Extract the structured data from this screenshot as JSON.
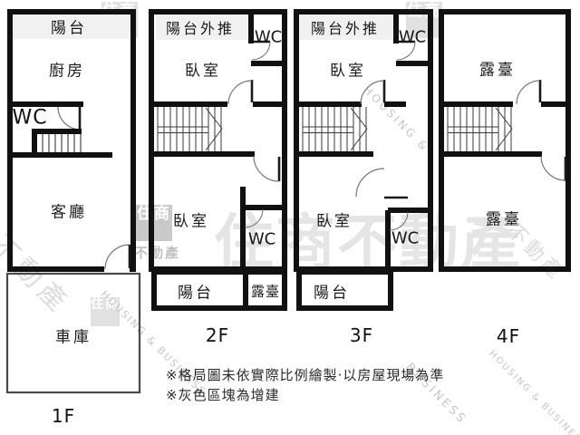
{
  "floors": [
    {
      "label": "1F",
      "rooms": {
        "balcony": "陽台",
        "kitchen": "廚房",
        "wc": "WC",
        "living_room": "客廳",
        "garage": "車庫"
      }
    },
    {
      "label": "2F",
      "rooms": {
        "balcony_extended": "陽台外推",
        "wc_upper": "WC",
        "bedroom_upper": "臥室",
        "bedroom_lower": "臥室",
        "wc_lower": "WC",
        "balcony": "陽台",
        "terrace": "露臺"
      }
    },
    {
      "label": "3F",
      "rooms": {
        "balcony_extended": "陽台外推",
        "wc_upper": "WC",
        "bedroom_upper": "臥室",
        "bedroom_lower": "臥室",
        "wc_lower": "WC",
        "balcony": "陽台"
      }
    },
    {
      "label": "4F",
      "rooms": {
        "terrace_upper": "露臺",
        "terrace_lower": "露臺"
      }
    }
  ],
  "notes": {
    "line1": "※格局圖未依實際比例繪製·以房屋現場為準",
    "line2": "※灰色區塊為增建"
  },
  "watermark": {
    "logo_chars": "住商",
    "logo_sub": "不動產",
    "brand_cjk": "住商不動產",
    "brand_cjk_partial": "商不動產",
    "brand_cjk_short": "不動產",
    "brand_en": "HOUSING & BUSINESS",
    "brand_en_housing": "HOUSING &",
    "brand_en_business": "BUSINESS"
  },
  "colors": {
    "wall": "#111111",
    "door_arc": "#757575",
    "annex_border": "#4a4a4a",
    "balcony_strip": "#f1f1f1",
    "watermark": "#c6c6c6",
    "label": "#1b1b1b"
  }
}
